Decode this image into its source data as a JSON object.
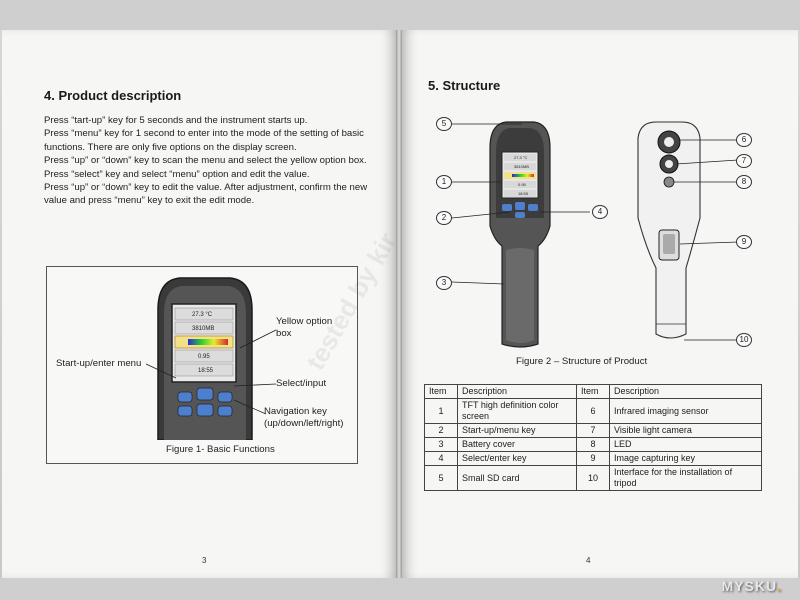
{
  "left_page": {
    "heading": "4. Product description",
    "paragraphs": [
      "Press “tart-up” key for 5 seconds and the instrument starts up.",
      "Press “menu” key for 1 second to enter into the mode of the setting of basic functions. There are only five options on the display screen.",
      "Press “up” or “down” key to scan the menu and select the yellow option box.",
      "Press “select” key and select “menu” option and edit the value.",
      "Press “up” or “down” key to edit the value. After adjustment, confirm the new value and press “menu” key to exit the edit mode."
    ],
    "figure": {
      "caption": "Figure 1- Basic Functions",
      "callouts": {
        "yellow_option_line1": "Yellow option",
        "yellow_option_line2": "box",
        "startup": "Start-up/enter menu",
        "select": "Select/input",
        "navigation_line1": "Navigation key",
        "navigation_line2": "(up/down/left/right)"
      },
      "screen_rows": [
        "27.3 °C",
        "3810MB",
        "",
        "0.95",
        "18:55"
      ]
    },
    "page_number": "3"
  },
  "right_page": {
    "heading": "5. Structure",
    "figure_caption": "Figure 2 – Structure of Product",
    "markers": [
      "5",
      "1",
      "2",
      "4",
      "3",
      "6",
      "7",
      "8",
      "9",
      "10"
    ],
    "screen_rows": [
      "27.3 °C",
      "3810MB",
      "",
      "0.95",
      "18:55"
    ],
    "table": {
      "headers": [
        "Item",
        "Description",
        "Item",
        "Description"
      ],
      "rows": [
        [
          "1",
          "TFT high definition color screen",
          "6",
          "Infrared imaging sensor"
        ],
        [
          "2",
          "Start-up/menu key",
          "7",
          "Visible light camera"
        ],
        [
          "3",
          "Battery cover",
          "8",
          "LED"
        ],
        [
          "4",
          "Select/enter key",
          "9",
          "Image capturing key"
        ],
        [
          "5",
          "Small SD card",
          "10",
          "Interface for the installation of tripod"
        ]
      ]
    },
    "page_number": "4"
  },
  "watermark": "tested by kir",
  "brand": {
    "text": "MYSKU",
    "dot": "."
  }
}
